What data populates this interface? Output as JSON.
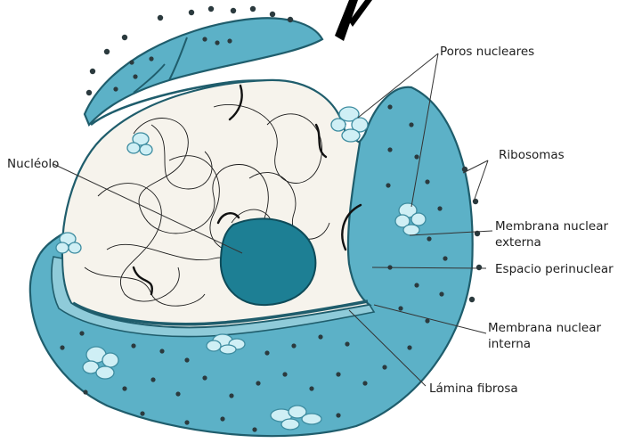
{
  "labels": {
    "poros": "Poros nucleares",
    "ribosomas": "Ribosomas",
    "nucleolo": "Nucléolo",
    "membrana_externa_1": "Membrana nuclear",
    "membrana_externa_2": "externa",
    "espacio": "Espacio perinuclear",
    "membrana_interna_1": "Membrana nuclear",
    "membrana_interna_2": "interna",
    "lamina": "Lámina fibrosa"
  },
  "colors": {
    "envelope": "#5cb1c7",
    "envelope_dark": "#1f5d6c",
    "nucleoplasm": "#f6f3ec",
    "nucleolus": "#1d7f94",
    "ribosome": "#2b3a3e",
    "pore": "#cfeff5",
    "leader": "#333333"
  }
}
